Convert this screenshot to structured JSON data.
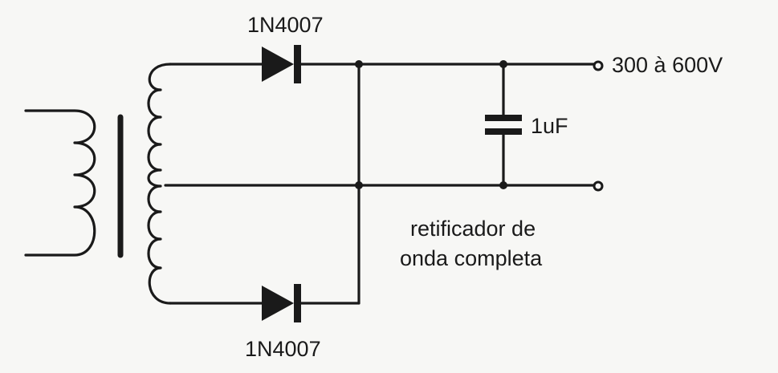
{
  "diagram": {
    "components": {
      "diode_top": {
        "part": "1N4007"
      },
      "diode_bottom": {
        "part": "1N4007"
      },
      "capacitor": {
        "value": "1uF"
      }
    },
    "output_label": "300 à 600V",
    "caption_line1": "retificador de",
    "caption_line2": "onda completa",
    "colors": {
      "ink": "#1a1a1a",
      "paper": "#f7f7f5"
    }
  }
}
